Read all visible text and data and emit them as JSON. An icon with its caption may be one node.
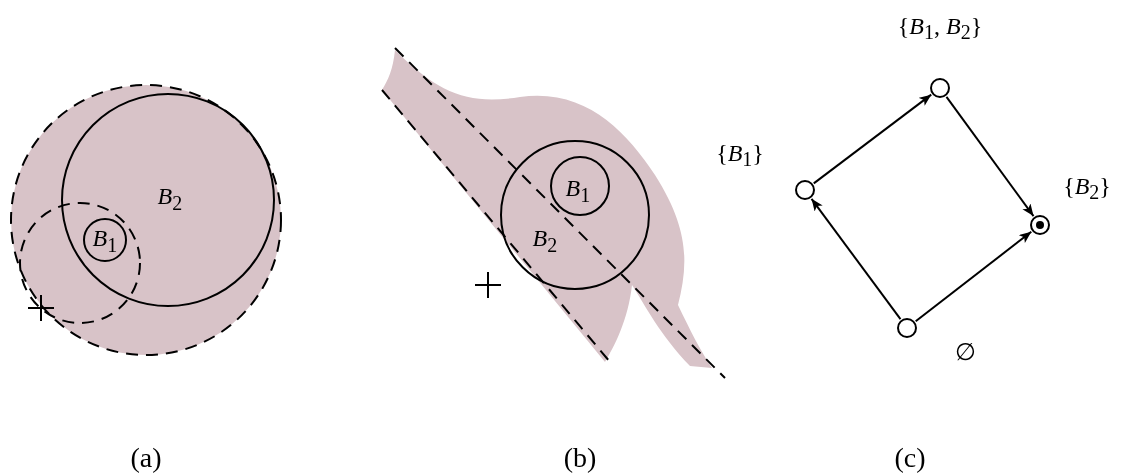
{
  "diagram": {
    "nodes": [
      {
        "text": [
          "*B*$_{2}$"
        ]
      },
      {
        "text": [
          "*B*$_{1}$"
        ],
        "in": 0
      },
      {
        "text": [
          "*B*$_{2}$"
        ]
      },
      {
        "text": [
          "*B*$_{1}$"
        ],
        "in": 2
      },
      {
        "text": [],
        "shape": "circle",
        "beside": [
          "{*B*$_{1}$, *B*$_{2}$}"
        ]
      },
      {
        "text": [],
        "shape": "circle",
        "beside": [
          "{*B*$_{1}$}"
        ]
      },
      {
        "text": [],
        "shape": "circle",
        "beside": [
          "{*B*$_{2}$}"
        ]
      },
      {
        "text": [],
        "shape": "circle",
        "beside": [
          "∅"
        ]
      }
    ],
    "edges": [
      {
        "from": 5,
        "to": 4,
        "arrow": "to"
      },
      {
        "from": 4,
        "to": 6,
        "arrow": "to"
      },
      {
        "from": 7,
        "to": 5,
        "arrow": "to"
      },
      {
        "from": 7,
        "to": 6,
        "arrow": "to"
      }
    ],
    "labels": [
      "(a)",
      "(b)",
      "(c)"
    ]
  }
}
